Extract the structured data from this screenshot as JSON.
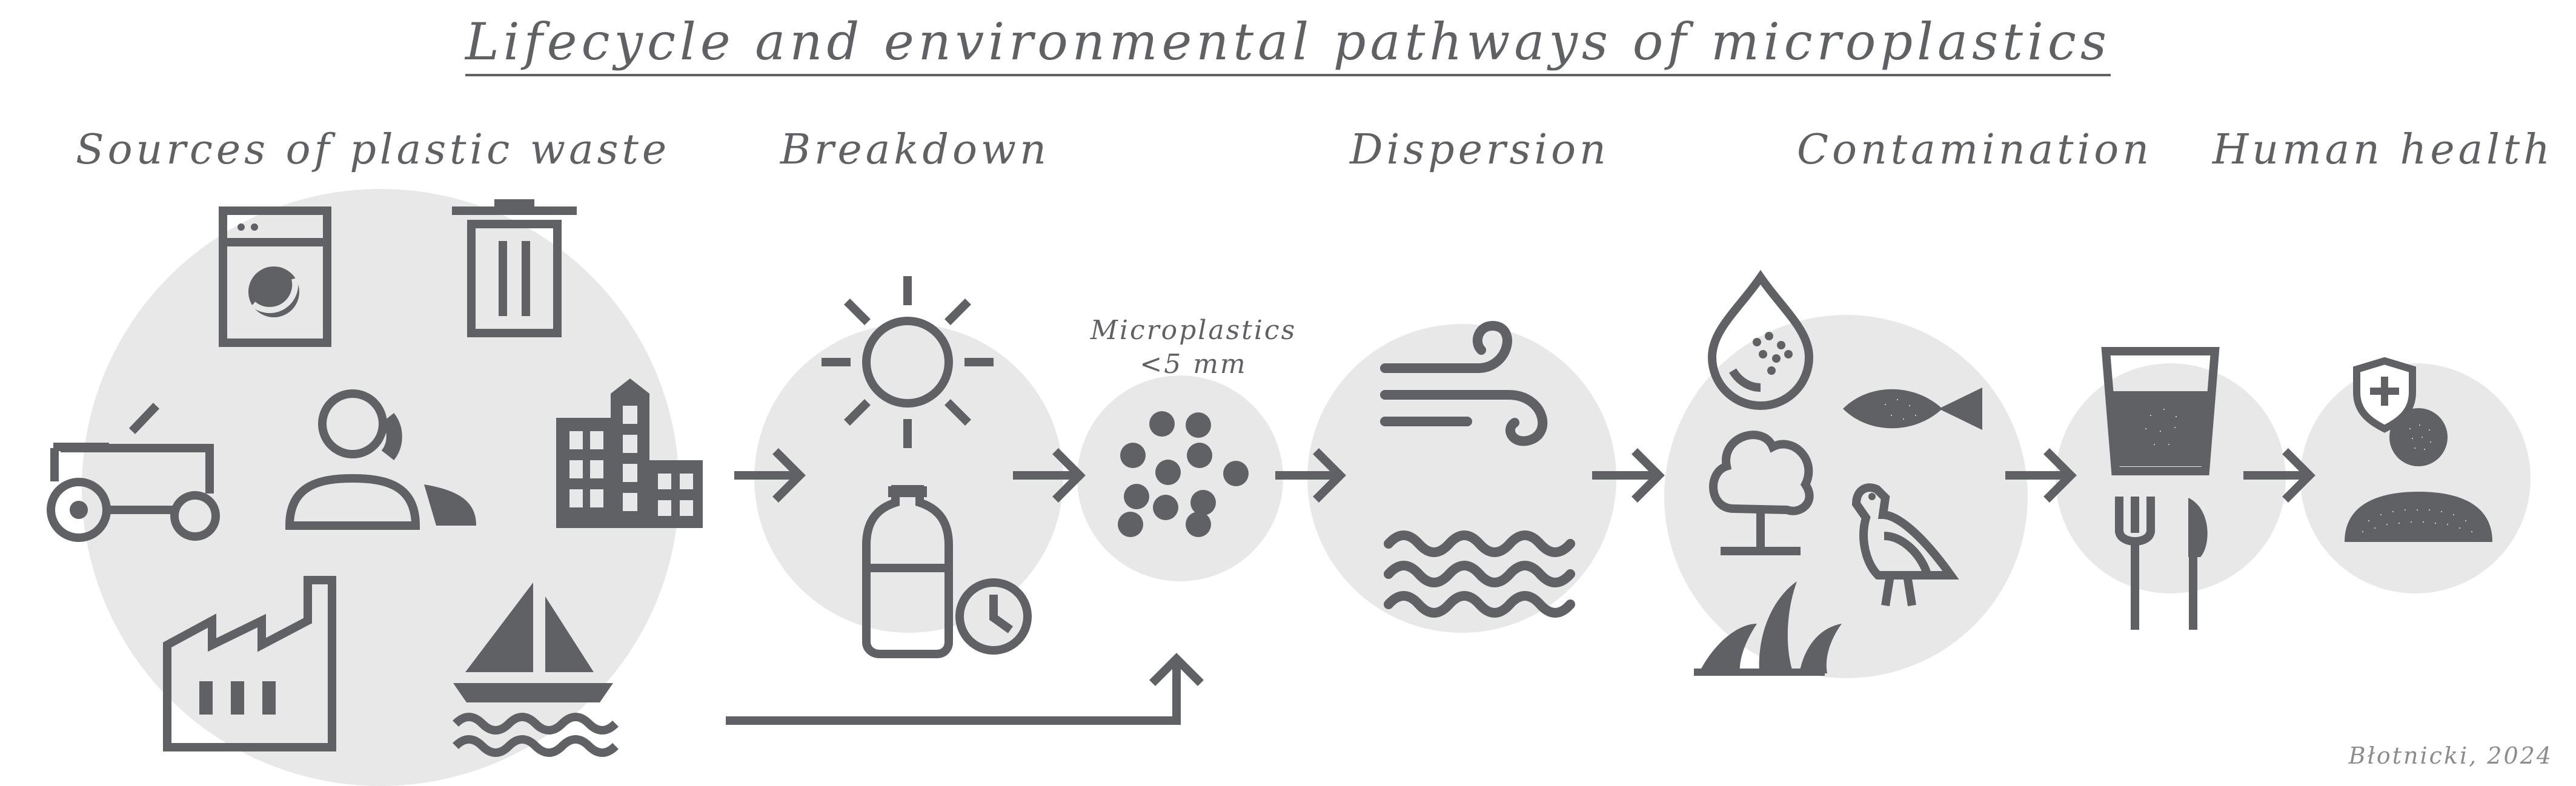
{
  "title": "Lifecycle and environmental pathways of microplastics",
  "stages": [
    {
      "label": "Sources of plastic waste",
      "icons": [
        "washing-machine-icon",
        "trash-bin-icon",
        "tractor-icon",
        "people-icon",
        "buildings-icon",
        "factory-icon",
        "sailboat-icon"
      ]
    },
    {
      "label": "Breakdown",
      "icons": [
        "sun-icon",
        "plastic-bottle-icon",
        "clock-icon"
      ]
    },
    {
      "label": "Dispersion",
      "icons": [
        "wind-icon",
        "waves-icon"
      ]
    },
    {
      "label": "Contamination",
      "icons": [
        "water-drop-icon",
        "fish-icon",
        "tree-icon",
        "bird-icon",
        "grass-icon"
      ]
    },
    {
      "label": "Human health",
      "icons": [
        "shield-plus-icon",
        "person-icon"
      ]
    }
  ],
  "microplastics_note": {
    "line1": "Microplastics",
    "line2": "<5 mm"
  },
  "drink_food_icons": [
    "glass-icon",
    "fork-icon",
    "knife-icon"
  ],
  "credit": "Błotnicki, 2024",
  "colors": {
    "icon": "#5f6165",
    "circle": "#e8e8e8",
    "text": "#5f6165"
  }
}
